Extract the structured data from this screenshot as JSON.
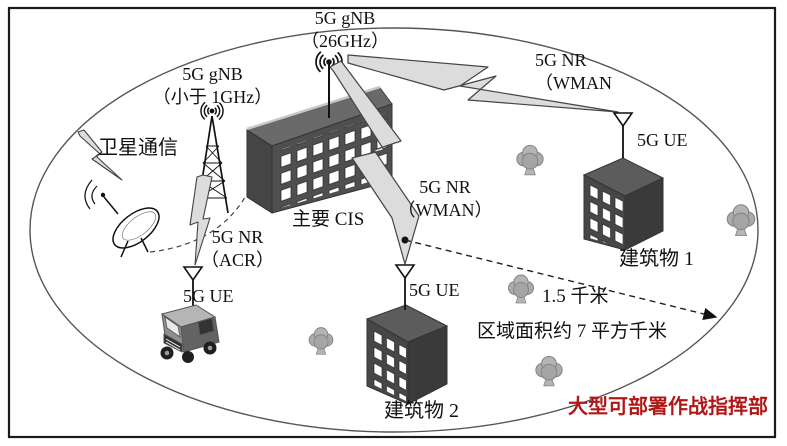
{
  "diagram_title": "5G deployable command post network diagram",
  "labels": {
    "gnb26": {
      "l1": "5G gNB",
      "l2": "（26GHz）"
    },
    "gnb_sub1": {
      "l1": "5G gNB",
      "l2": "（小于 1GHz）"
    },
    "satcom": "卫星通信",
    "nr_acr": {
      "l1": "5G NR",
      "l2": "（ACR）"
    },
    "nr_wman_center": {
      "l1": "5G NR",
      "l2": "（WMAN）"
    },
    "nr_wman_right": {
      "l1": "5G NR",
      "l2": "（WMAN"
    },
    "ue_left": "5G UE",
    "ue_mid": "5G UE",
    "ue_right": "5G UE",
    "main_cis": "主要 CIS",
    "building1": "建筑物 1",
    "building2": "建筑物 2",
    "distance": "1.5 千米",
    "area": "区域面积约 7 平方千米",
    "command_post": "大型可部署作战指挥部"
  },
  "icons": {
    "radio_waves": "radio-waves-icon",
    "satellite_dish": "satellite-dish-icon",
    "lattice_tower": "lattice-tower-icon",
    "lightning_link": "lightning-bolt-icon",
    "ue_antenna": "ue-antenna-icon",
    "truck": "truck-icon",
    "tree": "tree-icon"
  },
  "colors": {
    "command_post_text": "#b01818",
    "building_front": "#4f4f4f",
    "building_side": "#3a3a3a",
    "building_top": "#5c5c5c",
    "bolt_fill": "#dcdcdc",
    "outline": "#1a1a1a",
    "tree": "#ababab"
  }
}
